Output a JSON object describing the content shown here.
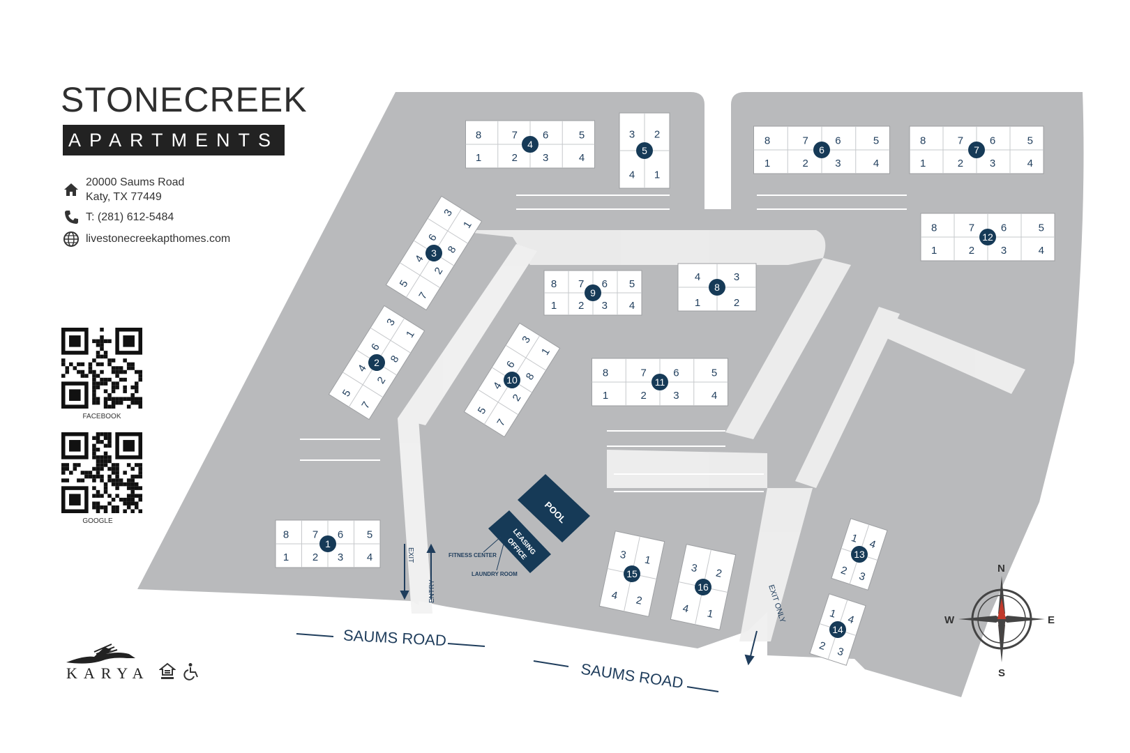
{
  "brand": {
    "title": "STONECREEK",
    "subtitle": "APARTMENTS"
  },
  "contact": {
    "address_line1": "20000 Saums Road",
    "address_line2": "Katy, TX 77449",
    "phone": "T: (281) 612-5484",
    "website": "livestonecreekapthomes.com",
    "icons": [
      "home-icon",
      "phone-icon",
      "globe-icon"
    ]
  },
  "qr_codes": [
    {
      "label": "FACEBOOK"
    },
    {
      "label": "GOOGLE"
    }
  ],
  "footer": {
    "logo_text": "KARYA",
    "icons": [
      "equal-housing-icon",
      "accessibility-icon"
    ]
  },
  "colors": {
    "ground": "#b9babc",
    "building": "#ffffff",
    "marker": "#163a57",
    "text_dark": "#1f3d5c",
    "compass_red": "#c0392b"
  },
  "map": {
    "roads": [
      "SAUMS ROAD",
      "SAUMS ROAD"
    ],
    "entry_label": "ENTRY",
    "exit_label": "EXIT",
    "exit_only_label": "EXIT ONLY",
    "amenities": {
      "pool": "POOL",
      "leasing_office_line1": "LEASING",
      "leasing_office_line2": "OFFICE",
      "fitness_center": "FITNESS CENTER",
      "laundry_room": "LAUNDRY ROOM"
    },
    "compass": {
      "n": "N",
      "s": "S",
      "e": "E",
      "w": "W"
    },
    "buildings": [
      {
        "id": "1",
        "units": [
          "8",
          "7",
          "6",
          "5",
          "1",
          "2",
          "3",
          "4"
        ]
      },
      {
        "id": "2",
        "units": [
          "5",
          "4",
          "6",
          "3",
          "7",
          "2",
          "8",
          "1"
        ]
      },
      {
        "id": "3",
        "units": [
          "5",
          "4",
          "6",
          "3",
          "7",
          "2",
          "8",
          "1"
        ]
      },
      {
        "id": "4",
        "units": [
          "8",
          "7",
          "6",
          "5",
          "1",
          "2",
          "3",
          "4"
        ]
      },
      {
        "id": "5",
        "units": [
          "3",
          "2",
          "4",
          "1"
        ]
      },
      {
        "id": "6",
        "units": [
          "8",
          "7",
          "6",
          "5",
          "1",
          "2",
          "3",
          "4"
        ]
      },
      {
        "id": "7",
        "units": [
          "8",
          "7",
          "6",
          "5",
          "1",
          "2",
          "3",
          "4"
        ]
      },
      {
        "id": "8",
        "units": [
          "4",
          "3",
          "1",
          "2"
        ]
      },
      {
        "id": "9",
        "units": [
          "8",
          "7",
          "6",
          "5",
          "1",
          "2",
          "3",
          "4"
        ]
      },
      {
        "id": "10",
        "units": [
          "5",
          "4",
          "6",
          "3",
          "7",
          "2",
          "8",
          "1"
        ]
      },
      {
        "id": "11",
        "units": [
          "8",
          "7",
          "6",
          "5",
          "1",
          "2",
          "3",
          "4"
        ]
      },
      {
        "id": "12",
        "units": [
          "8",
          "7",
          "6",
          "5",
          "1",
          "2",
          "3",
          "4"
        ]
      },
      {
        "id": "13",
        "units": [
          "1",
          "4",
          "2",
          "3"
        ]
      },
      {
        "id": "14",
        "units": [
          "1",
          "4",
          "2",
          "3"
        ]
      },
      {
        "id": "15",
        "units": [
          "3",
          "1",
          "4",
          "2"
        ]
      },
      {
        "id": "16",
        "units": [
          "3",
          "2",
          "4",
          "1"
        ]
      }
    ]
  }
}
